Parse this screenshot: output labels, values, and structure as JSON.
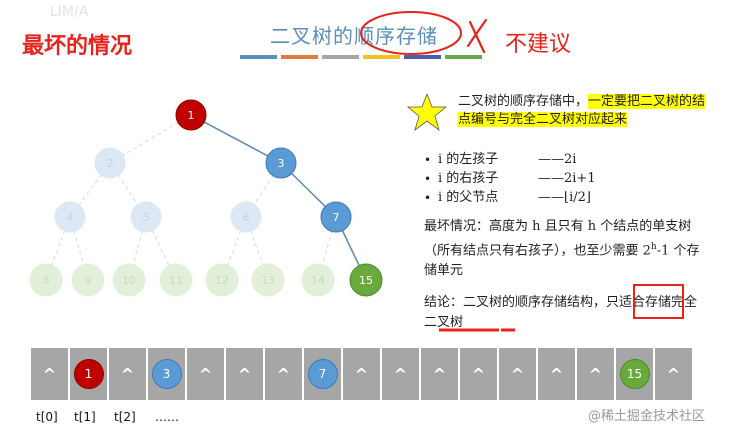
{
  "header": {
    "faint_text": "LIM/A",
    "left": "最坏的情况",
    "title": "二叉树的顺序存储",
    "right": "不建议",
    "strip_colors": [
      "#5b8fb9",
      "#e07b39",
      "#a6a6a6",
      "#f0c419",
      "#4d5fa6",
      "#6aa84f"
    ]
  },
  "tree": {
    "nodes": [
      {
        "label": "1",
        "style": "red"
      },
      {
        "label": "2",
        "style": "faint-blue"
      },
      {
        "label": "3",
        "style": "blue"
      },
      {
        "label": "4",
        "style": "faint-blue"
      },
      {
        "label": "5",
        "style": "faint-blue"
      },
      {
        "label": "6",
        "style": "faint-blue"
      },
      {
        "label": "7",
        "style": "blue"
      },
      {
        "label": "8",
        "style": "faint-green"
      },
      {
        "label": "9",
        "style": "faint-green"
      },
      {
        "label": "10",
        "style": "faint-green"
      },
      {
        "label": "11",
        "style": "faint-green"
      },
      {
        "label": "12",
        "style": "faint-green"
      },
      {
        "label": "13",
        "style": "faint-green"
      },
      {
        "label": "14",
        "style": "faint-green"
      },
      {
        "label": "15",
        "style": "green"
      }
    ]
  },
  "notes": {
    "star_icon": "star-icon",
    "main_plain": "二叉树的顺序存储中，",
    "main_highlight": "一定要把二叉树的结点编号与完全二叉树对应起来",
    "bullets": [
      {
        "k": "i 的左孩子",
        "v": "——2i"
      },
      {
        "k": "i 的右孩子",
        "v": "——2i+1"
      },
      {
        "k": "i 的父节点",
        "v": "——⌊i/2⌋"
      }
    ],
    "worst_a": "最坏情况：高度为 h 且只有 h 个结点的单支树（所有结点只有右孩子），也至少需要 2",
    "worst_sup": "h",
    "worst_b": "-1 个存储单元",
    "conclusion": "结论：二叉树的顺序存储结构，只适合存储完全二叉树"
  },
  "array": {
    "cells": [
      "^",
      "1",
      "^",
      "3",
      "^",
      "^",
      "^",
      "7",
      "^",
      "^",
      "^",
      "^",
      "^",
      "^",
      "^",
      "15",
      "^"
    ],
    "indices": [
      "t[0]",
      "t[1]",
      "t[2]",
      "……"
    ]
  },
  "watermark": "@稀土掘金技术社区"
}
